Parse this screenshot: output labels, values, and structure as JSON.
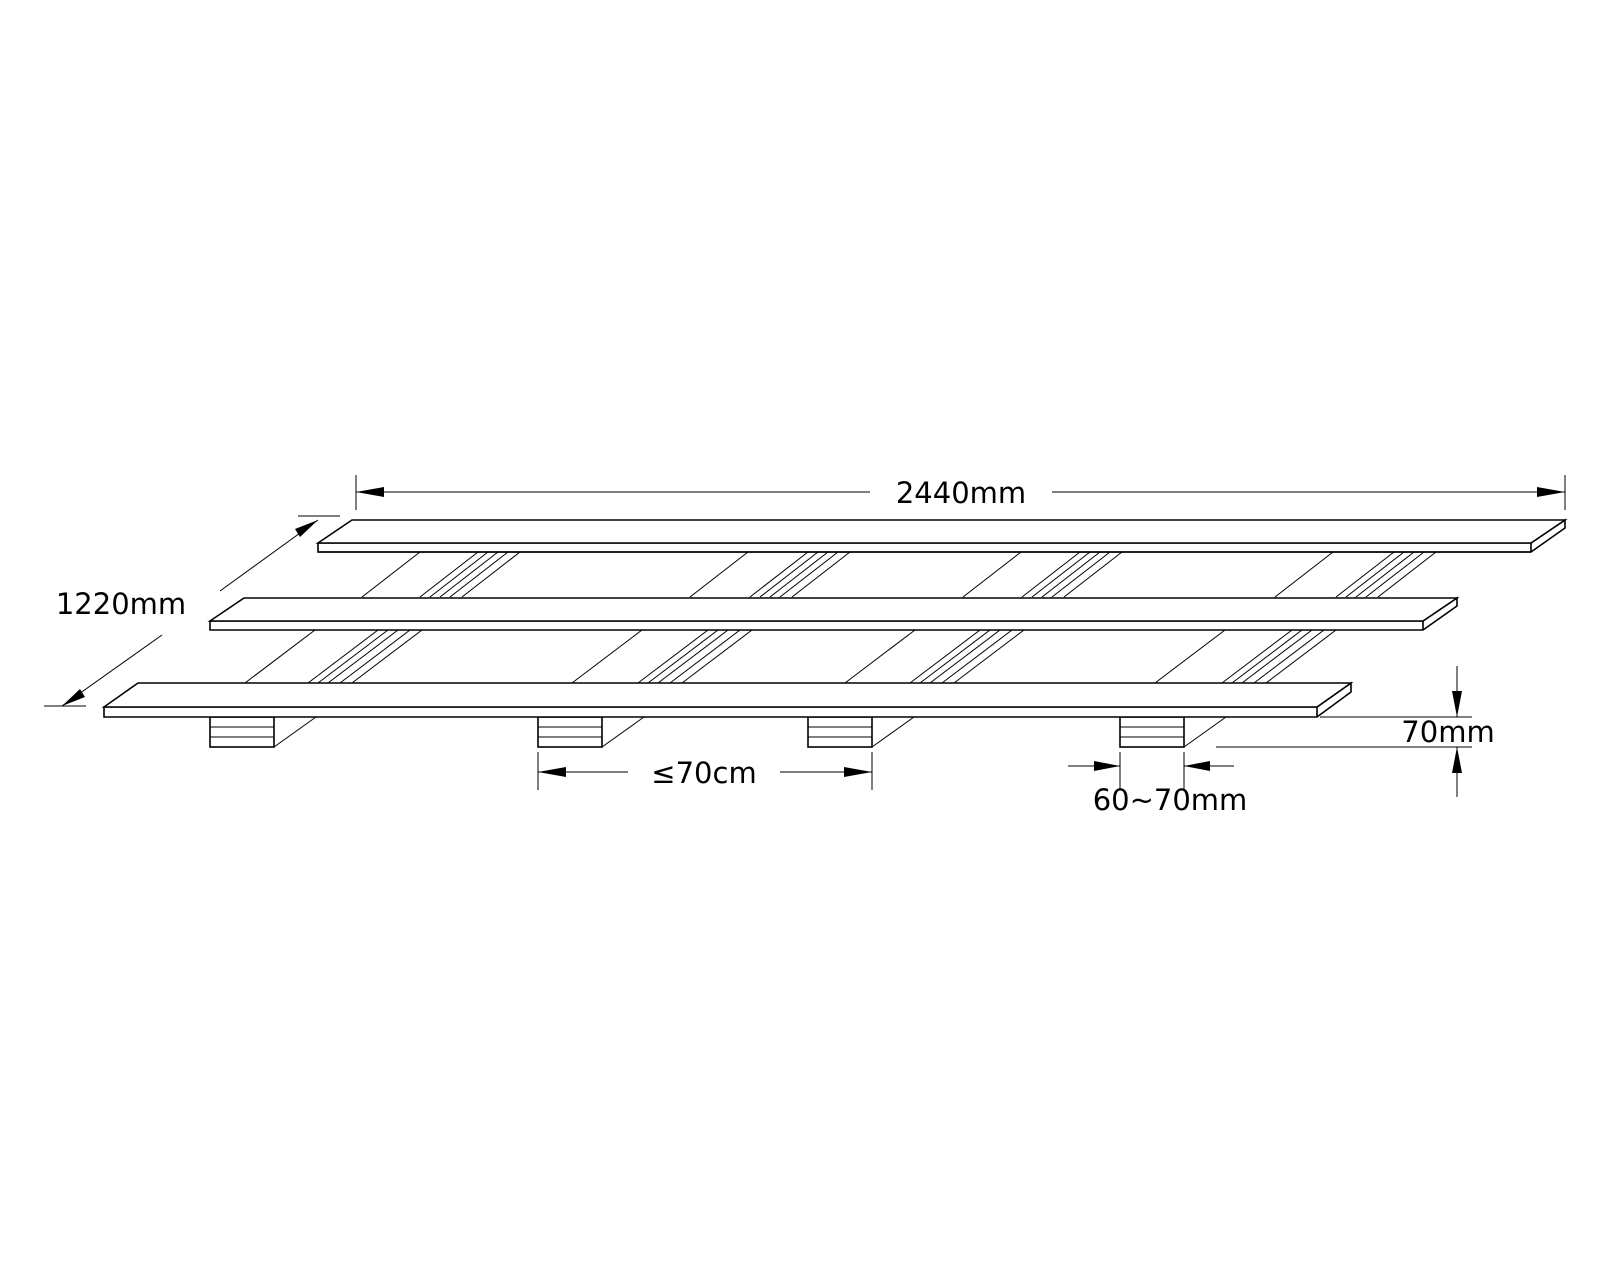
{
  "dimensions": {
    "length": "2440mm",
    "width": "1220mm",
    "spacing": "≤70cm",
    "joist_width": "60~70mm",
    "joist_height": "70mm"
  },
  "colors": {
    "line": "#000000",
    "background": "#ffffff"
  }
}
